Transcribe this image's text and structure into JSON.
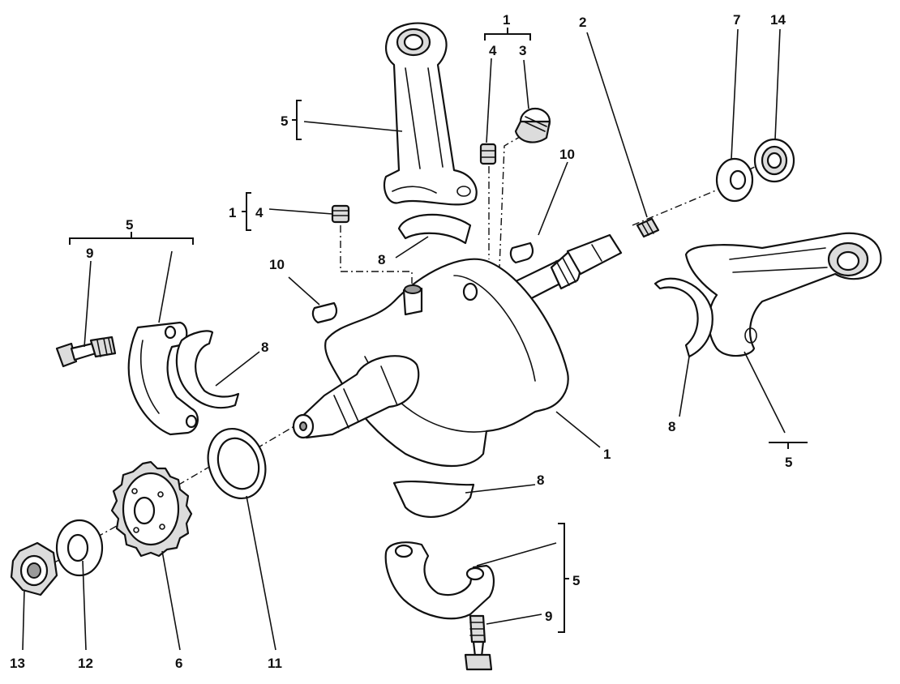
{
  "labels": [
    {
      "text": "1"
    },
    {
      "text": "4"
    },
    {
      "text": "3"
    },
    {
      "text": "2"
    },
    {
      "text": "7"
    },
    {
      "text": "14"
    },
    {
      "text": "5"
    },
    {
      "text": "10"
    },
    {
      "text": "1"
    },
    {
      "text": "4"
    },
    {
      "text": "8"
    },
    {
      "text": "5"
    },
    {
      "text": "9"
    },
    {
      "text": "10"
    },
    {
      "text": "8"
    },
    {
      "text": "1"
    },
    {
      "text": "8"
    },
    {
      "text": "5"
    },
    {
      "text": "8"
    },
    {
      "text": "5"
    },
    {
      "text": "9"
    },
    {
      "text": "13"
    },
    {
      "text": "12"
    },
    {
      "text": "6"
    },
    {
      "text": "11"
    }
  ]
}
